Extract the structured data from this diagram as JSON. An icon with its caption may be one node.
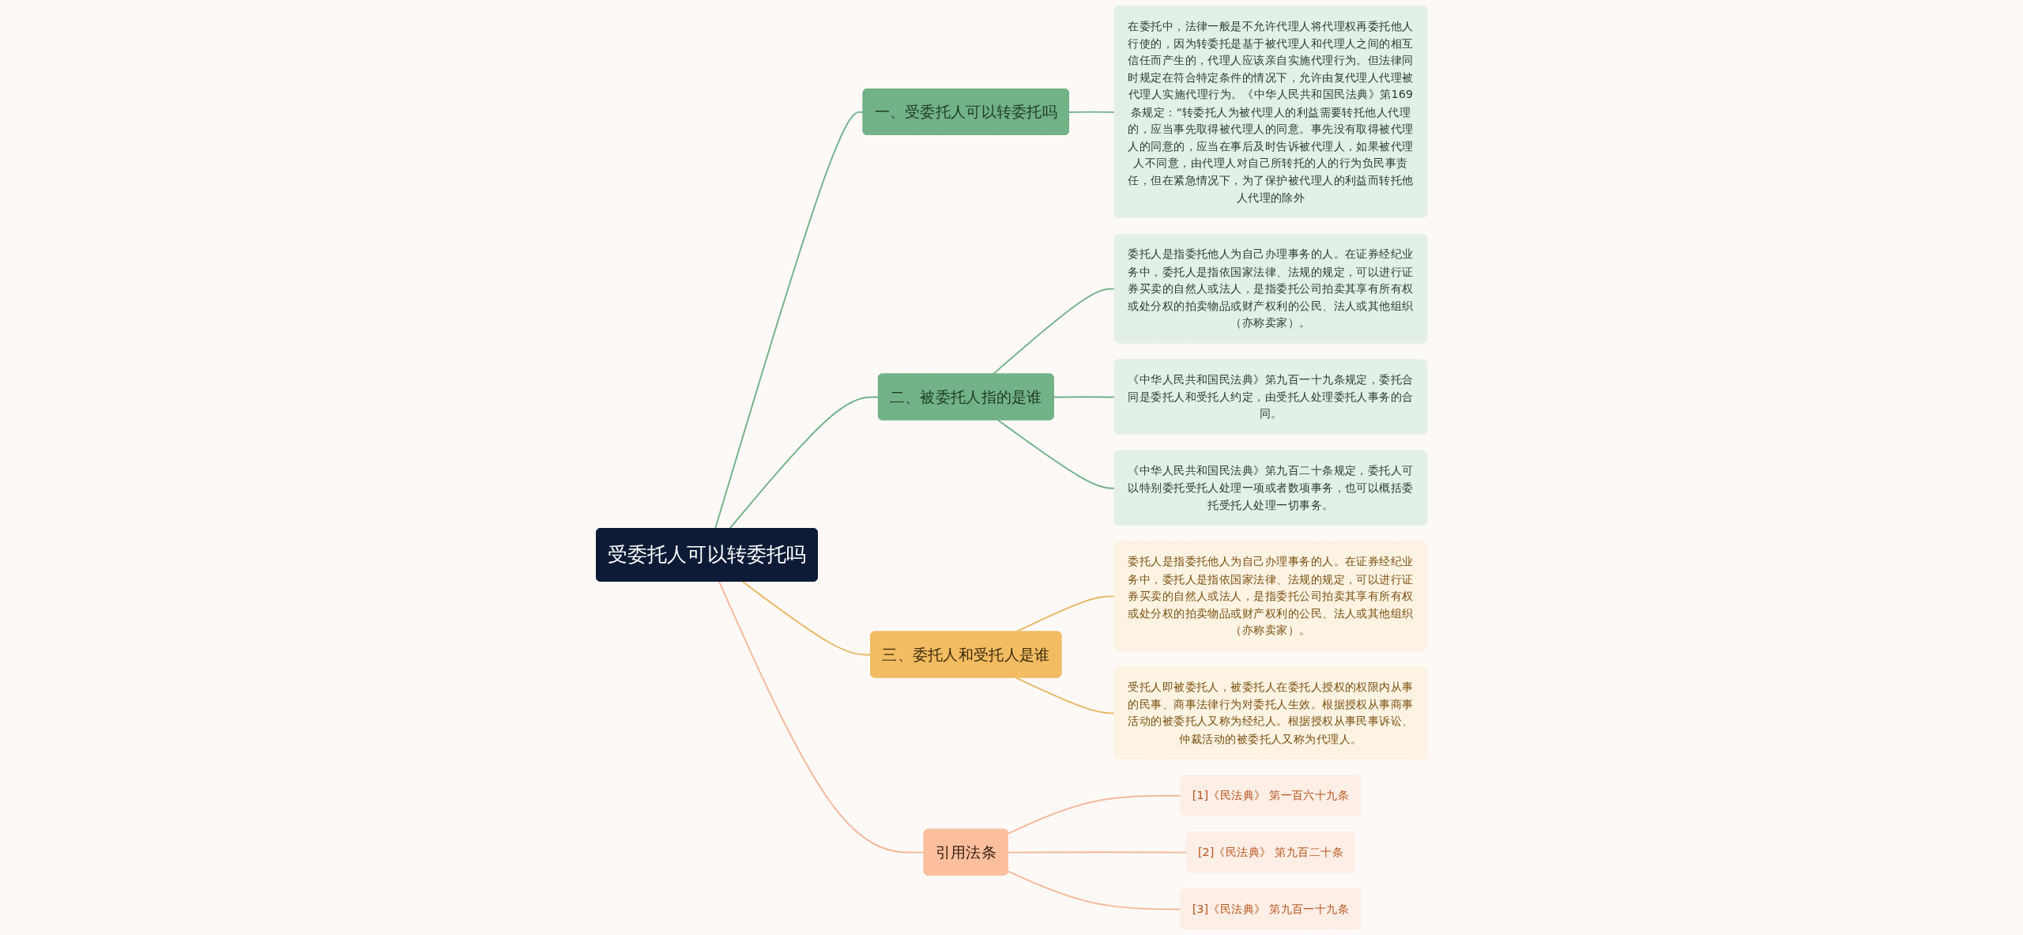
{
  "diagram": {
    "nodes": [
      {
        "text": [
          "受委托人可以转委托吗"
        ]
      },
      {
        "text": [
          "一、受委托人可以转委托吗"
        ]
      },
      {
        "text": [
          "在委托中，法律一般是不允许代理人将代理权再委托他人行使的，因为转委托是基于被代理人和代理人之间的相互信任而产生的，代理人应该亲自实施代理行为。但法律同时规定在符合特定条件的情况下，允许由复代理人代理被代理人实施代理行为。《中华人民共和国民法典》第169条规定：“转委托人为被代理人的利益需要转托他人代理的，应当事先取得被代理人的同意。事先没有取得被代理人的同意的，应当在事后及时告诉被代理人，如果被代理人不同意，由代理人对自己所转托的人的行为负民事责任，但在紧急情况下，为了保护被代理人的利益而转托他人代理的除外"
        ]
      },
      {
        "text": [
          "二、被委托人指的是谁"
        ]
      },
      {
        "text": [
          "委托人是指委托他人为自己办理事务的人。在证券经纪业务中，委托人是指依国家法律、法规的规定，可以进行证券买卖的自然人或法人，是指委托公司拍卖其享有所有权或处分权的拍卖物品或财产权利的公民、法人或其他组织（亦称卖家）。"
        ]
      },
      {
        "text": [
          "《中华人民共和国民法典》第九百一十九条规定，委托合同是委托人和受托人约定，由受托人处理委托人事务的合同。"
        ]
      },
      {
        "text": [
          "《中华人民共和国民法典》第九百二十条规定，委托人可以特别委托受托人处理一项或者数项事务，也可以概括委托受托人处理一切事务。"
        ]
      },
      {
        "text": [
          "三、委托人和受托人是谁"
        ]
      },
      {
        "text": [
          "委托人是指委托他人为自己办理事务的人。在证券经纪业务中，委托人是指依国家法律、法规的规定，可以进行证券买卖的自然人或法人，是指委托公司拍卖其享有所有权或处分权的拍卖物品或财产权利的公民、法人或其他组织（亦称卖家）。"
        ]
      },
      {
        "text": [
          "受托人即被委托人，被委托人在委托人授权的权限内从事的民事、商事法律行为对委托人生效。根据授权从事商事活动的被委托人又称为经纪人。根据授权从事民事诉讼、仲裁活动的被委托人又称为代理人。"
        ]
      },
      {
        "text": [
          "引用法条"
        ]
      },
      {
        "text": [
          "[1]《民法典》 第一百六十九条"
        ]
      },
      {
        "text": [
          "[2]《民法典》 第九百二十条"
        ]
      },
      {
        "text": [
          "[3]《民法典》 第九百一十九条"
        ]
      }
    ],
    "edges": [
      {
        "from": 0,
        "to": 1,
        "arrow": "none"
      },
      {
        "from": 1,
        "to": 2,
        "arrow": "none"
      },
      {
        "from": 0,
        "to": 3,
        "arrow": "none"
      },
      {
        "from": 3,
        "to": 4,
        "arrow": "none"
      },
      {
        "from": 3,
        "to": 5,
        "arrow": "none"
      },
      {
        "from": 3,
        "to": 6,
        "arrow": "none"
      },
      {
        "from": 0,
        "to": 7,
        "arrow": "none",
        "color": "#e8b865"
      },
      {
        "from": 7,
        "to": 8,
        "arrow": "none",
        "color": "#e8b865"
      },
      {
        "from": 7,
        "to": 9,
        "arrow": "none",
        "color": "#e8b865"
      },
      {
        "from": 0,
        "to": 10,
        "arrow": "none",
        "color": "#f5b89a"
      },
      {
        "from": 10,
        "to": 11,
        "arrow": "none",
        "color": "#f5b89a"
      },
      {
        "from": 10,
        "to": 12,
        "arrow": "none",
        "color": "#f5b89a"
      },
      {
        "from": 10,
        "to": 13,
        "arrow": "none",
        "color": "#f5b89a"
      }
    ]
  }
}
